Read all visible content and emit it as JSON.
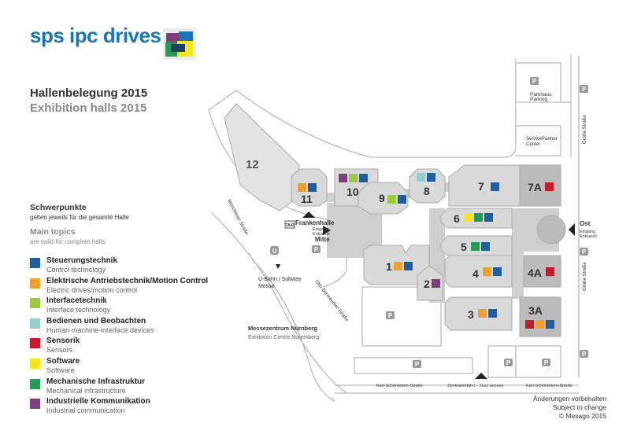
{
  "brand": {
    "title": "sps ipc drives"
  },
  "heading": {
    "de": "Hallenbelegung 2015",
    "en": "Exhibition halls 2015"
  },
  "topics": {
    "de_title": "Schwerpunkte",
    "de_sub": "gelten jeweils für die gesamte Halle",
    "en_title": "Main topics",
    "en_sub": "are valid for complete halls"
  },
  "colors": {
    "blue": "#1f5fa0",
    "orange": "#f0a030",
    "lime": "#9cc93e",
    "teal": "#93cfd0",
    "red": "#c8192d",
    "yellow": "#f6e61a",
    "green": "#279a55",
    "purple": "#7b3f7c",
    "hall": "#d9d9d9",
    "hall_dark": "#bcbcbc"
  },
  "legend": [
    {
      "de": "Steuerungstechnik",
      "en": "Control technology",
      "color": "#1f5fa0"
    },
    {
      "de": "Elektrische Antriebstechnik/Motion Control",
      "en": "Electric drives/motion control",
      "color": "#f0a030"
    },
    {
      "de": "Interfacetechnik",
      "en": "Interface technology",
      "color": "#9cc93e"
    },
    {
      "de": "Bedienen und Beobachten",
      "en": "Human-machine-interface devices",
      "color": "#93cfd0"
    },
    {
      "de": "Sensorik",
      "en": "Sensors",
      "color": "#c8192d"
    },
    {
      "de": "Software",
      "en": "Software",
      "color": "#f6e61a"
    },
    {
      "de": "Mechanische Infrastruktur",
      "en": "Mechanical infrastructure",
      "color": "#279a55"
    },
    {
      "de": "Industrielle Kommunikation",
      "en": "Industrial communication",
      "color": "#7b3f7c"
    }
  ],
  "halls": {
    "h12": "12",
    "h11": "11",
    "h10": "10",
    "h9": "9",
    "h8": "8",
    "h7": "7",
    "h7a": "7A",
    "h6": "6",
    "h5": "5",
    "h1": "1",
    "h2": "2",
    "h4": "4",
    "h4a": "4A",
    "h3": "3",
    "h3a": "3A"
  },
  "map": {
    "parkhaus": "Parkhaus",
    "parking": "Parking",
    "service1": "ServicePartner",
    "service2": "Center",
    "grosse": "Große Straße",
    "muenchener": "Münchener Straße",
    "bauer": "Otto-Bärnreuther-Straße",
    "ost": "Ost",
    "ost_de": "Eingang",
    "ost_en": "Entrance",
    "franken": "Frankenhalle",
    "mitte_de": "Eingang",
    "mitte_en": "Entrance",
    "mitte": "Mitte",
    "ubahn1": "U-Bahn / Subway",
    "ubahn2": "Messe",
    "u": "U",
    "p": "P",
    "taxi": "TAXI",
    "mzn1": "Messezentrum Nürnberg",
    "mzn2": "Exhibition Centre Nuremberg",
    "ks1": "Karl-Schönleben-Straße",
    "zentral": "Zentraleinfahrt • Main access",
    "ks2": "Karl-Schönleben-Straße"
  },
  "footer": {
    "l1": "Änderungen vorbehalten",
    "l2": "Subject to change",
    "l3": "© Mesago 2015"
  }
}
